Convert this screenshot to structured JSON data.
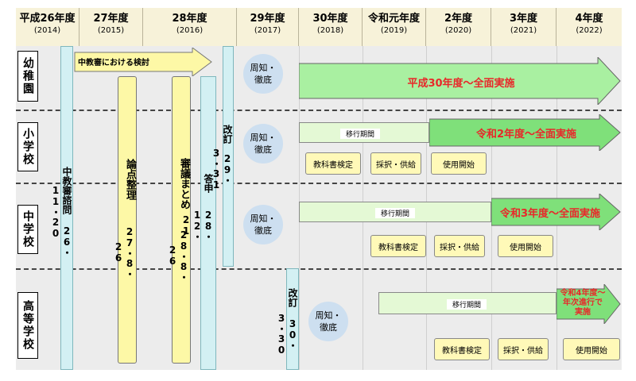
{
  "years": [
    {
      "label": "平成26年度",
      "sub": "(2014)"
    },
    {
      "label": "27年度",
      "sub": "(2015)"
    },
    {
      "label": "28年度",
      "sub": "(2016)"
    },
    {
      "label": "29年度",
      "sub": "(2017)"
    },
    {
      "label": "30年度",
      "sub": "(2018)"
    },
    {
      "label": "令和元年度",
      "sub": "(2019)"
    },
    {
      "label": "2年度",
      "sub": "(2020)"
    },
    {
      "label": "3年度",
      "sub": "(2021)"
    },
    {
      "label": "4年度",
      "sub": "(2022)"
    }
  ],
  "categories": [
    "幼稚園",
    "小学校",
    "中学校",
    "高等学校"
  ],
  "consult": "中教審諮問 26・11・20",
  "review": "中教審における検討",
  "ronten": "論点整理",
  "ronten_date": "27・8・26",
  "shingi": "審議まとめ",
  "shingi_date": "28・8・26",
  "toshin": "答申",
  "toshin_date": "28・12・21",
  "kaitei1": "改訂",
  "kaitei1_date": "29・3・31",
  "kaitei2": "改訂",
  "kaitei2_date": "30・3・30",
  "shuchi": "周知・\n徹底",
  "kindergarten_impl": "平成30年度～全面実施",
  "elem_impl": "令和2年度～全面実施",
  "jhs_impl": "令和3年度～全面実施",
  "hs_impl": "令和4年度～\n年次進行で\n実施",
  "transition": "移行期間",
  "textbook_check": "教科書検定",
  "adoption": "採択・供給",
  "use_start": "使用開始",
  "colors": {
    "header_bg": "#f7f2d9",
    "row_bg": "#ececec",
    "arrow_green": "#8fe38f",
    "impl_text": "#e8282a",
    "note_yellow": "#fdf8a6",
    "consult_blue": "#d3f0f3",
    "circle_blue": "#cddff0"
  }
}
